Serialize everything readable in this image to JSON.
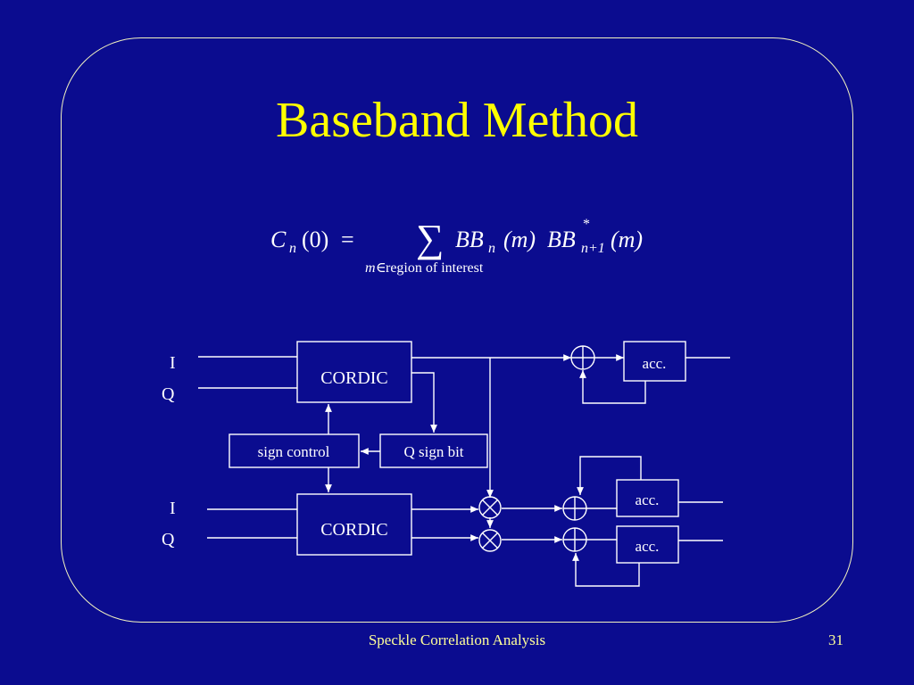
{
  "slide": {
    "title": "Baseband Method",
    "footer_text": "Speckle Correlation Analysis",
    "page_number": "31"
  },
  "formula": {
    "lhs_symbol": "C",
    "lhs_subscript": "n",
    "lhs_argument": "(0)",
    "equals": "=",
    "sum_symbol": "∑",
    "sum_limit_var": "m",
    "sum_limit_in": "∈",
    "sum_limit_text": "region of interest",
    "term1": "BB",
    "term1_subscript": "n",
    "term1_argument": "(m)",
    "term2": "BB",
    "term2_superscript": "*",
    "term2_subscript": "n+1",
    "term2_argument": "(m)"
  },
  "diagram": {
    "top_inputs": [
      "I",
      "Q"
    ],
    "bottom_inputs": [
      "I",
      "Q"
    ],
    "cordic_top_label": "CORDIC",
    "cordic_bottom_label": "CORDIC",
    "sign_control_label": "sign control",
    "q_sign_bit_label": "Q sign bit",
    "acc_top_label": "acc.",
    "acc_mid_label": "acc.",
    "acc_bottom_label": "acc."
  },
  "colors": {
    "background": "#0B0C8F",
    "title": "#FFFF00",
    "diagram_lines": "#FFFFFF",
    "frame": "#F2F2C0"
  }
}
